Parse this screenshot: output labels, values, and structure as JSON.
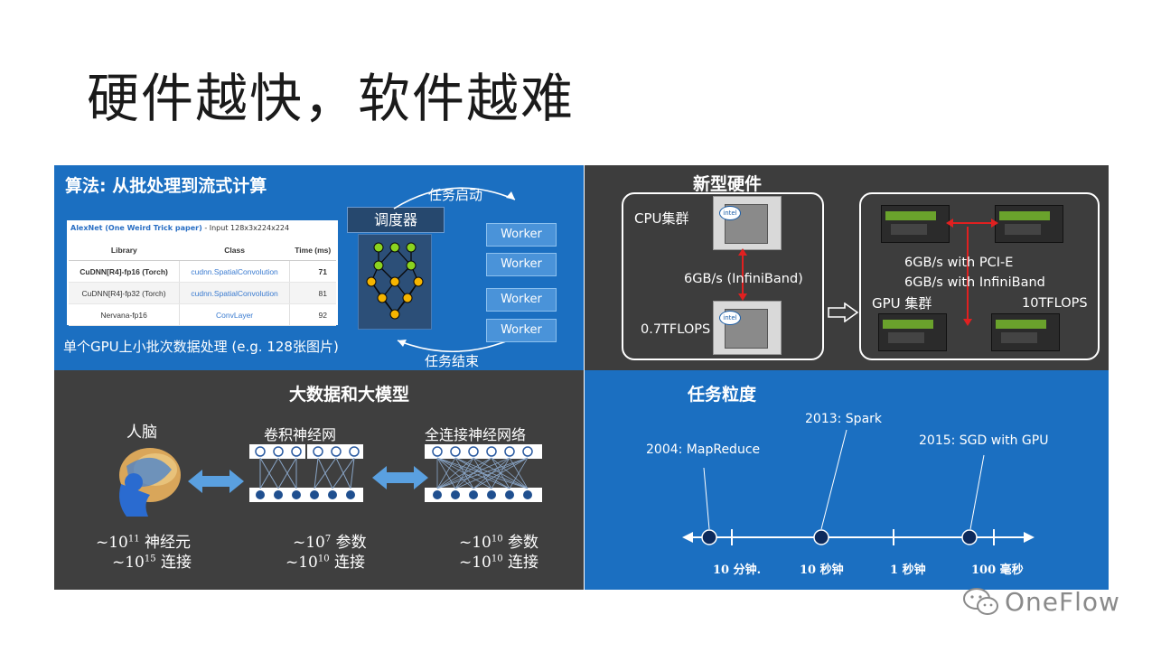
{
  "slide": {
    "title": "硬件越快，软件越难"
  },
  "algo_panel": {
    "title": "算法: 从批处理到流式计算",
    "table_caption_bold": "AlexNet (One Weird Trick paper)",
    "table_caption_rest": " - Input 128x3x224x224",
    "table_headers": [
      "Library",
      "Class",
      "Time (ms)"
    ],
    "table_rows": [
      {
        "library": "CuDNN[R4]-fp16 (Torch)",
        "class": "cudnn.SpatialConvolution",
        "time": "71"
      },
      {
        "library": "CuDNN[R4]-fp32 (Torch)",
        "class": "cudnn.SpatialConvolution",
        "time": "81"
      },
      {
        "library": "Nervana-fp16",
        "class": "ConvLayer",
        "time": "92"
      }
    ],
    "scheduler_label": "调度器",
    "task_start_label": "任务启动",
    "task_end_label": "任务结束",
    "workers": [
      "Worker",
      "Worker",
      "Worker",
      "Worker"
    ],
    "caption": "单个GPU上小批次数据处理 (e.g. 128张图片)"
  },
  "hw_panel": {
    "title": "新型硬件",
    "cpu_cluster_label": "CPU集群",
    "cpu_link_label": "6GB/s (InfiniBand)",
    "cpu_flops_label": "0.7TFLOPS",
    "gpu_link_pcie": "6GB/s with PCI-E",
    "gpu_link_ib": "6GB/s with InfiniBand",
    "gpu_cluster_label": "GPU 集群",
    "gpu_flops_label": "10TFLOPS",
    "chip_logo": "intel"
  },
  "bigdata_panel": {
    "title": "大数据和大模型",
    "brain_label": "人脑",
    "cnn_label": "卷积神经网",
    "fc_label": "全连接神经网络",
    "brain_neurons": {
      "base": "~10",
      "exp": "11",
      "unit": " 神经元"
    },
    "brain_connections": {
      "base": "~10",
      "exp": "15",
      "unit": " 连接"
    },
    "cnn_params": {
      "base": "~10",
      "exp": "7",
      "unit": " 参数"
    },
    "cnn_connections": {
      "base": "~10",
      "exp": "10",
      "unit": " 连接"
    },
    "fc_params": {
      "base": "~10",
      "exp": "10",
      "unit": " 参数"
    },
    "fc_connections": {
      "base": "~10",
      "exp": "10",
      "unit": " 连接"
    }
  },
  "granularity_panel": {
    "title": "任务粒度",
    "events": [
      {
        "label": "2004: MapReduce"
      },
      {
        "label": "2013: Spark"
      },
      {
        "label": "2015: SGD with GPU"
      }
    ],
    "ticks": [
      "10 分钟.",
      "10 秒钟",
      "1 秒钟",
      "100 毫秒"
    ]
  },
  "watermark": {
    "text": "OneFlow"
  },
  "colors": {
    "panel_blue": "#1b6fc1",
    "panel_dark": "#3d3d3d",
    "worker_fill": "#4a93d9",
    "node_yellow": "#f5b400",
    "node_green": "#8bd320",
    "timeline_dot": "#0d2a5c",
    "arrow_blue": "#5aa0e0",
    "link_red": "#e02020"
  }
}
